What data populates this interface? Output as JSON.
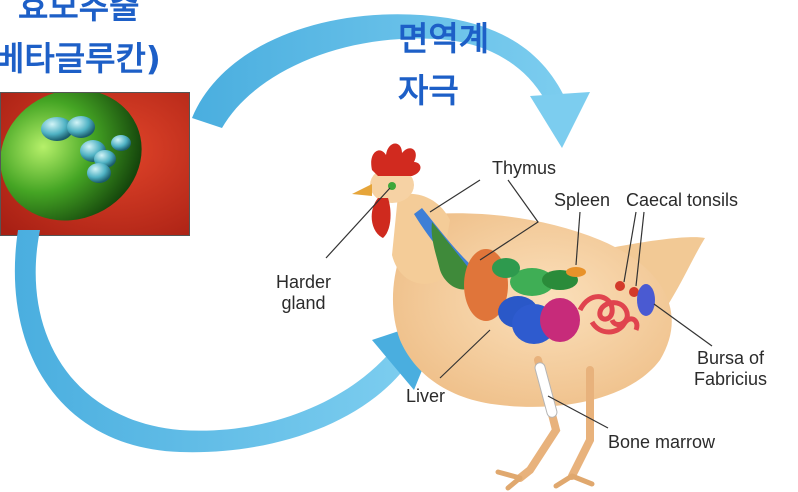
{
  "korean_labels": {
    "yeast_line1": "효모추출",
    "yeast_line2": "베타글루칸)",
    "immune_line1": "면역계",
    "immune_line2": "자극"
  },
  "organ_labels": {
    "thymus": "Thymus",
    "spleen": "Spleen",
    "caecal_tonsils": "Caecal tonsils",
    "harder_gland": "Harder\ngland",
    "liver": "Liver",
    "bursa": "Bursa of\nFabricius",
    "bone_marrow": "Bone marrow"
  },
  "colors": {
    "korean_text": "#1d5fc7",
    "arrow": "#58b8e4",
    "photo_background": "#c8321e",
    "yeast_cell": "#3f9e23",
    "chicken_body": "#f6cf9d"
  }
}
